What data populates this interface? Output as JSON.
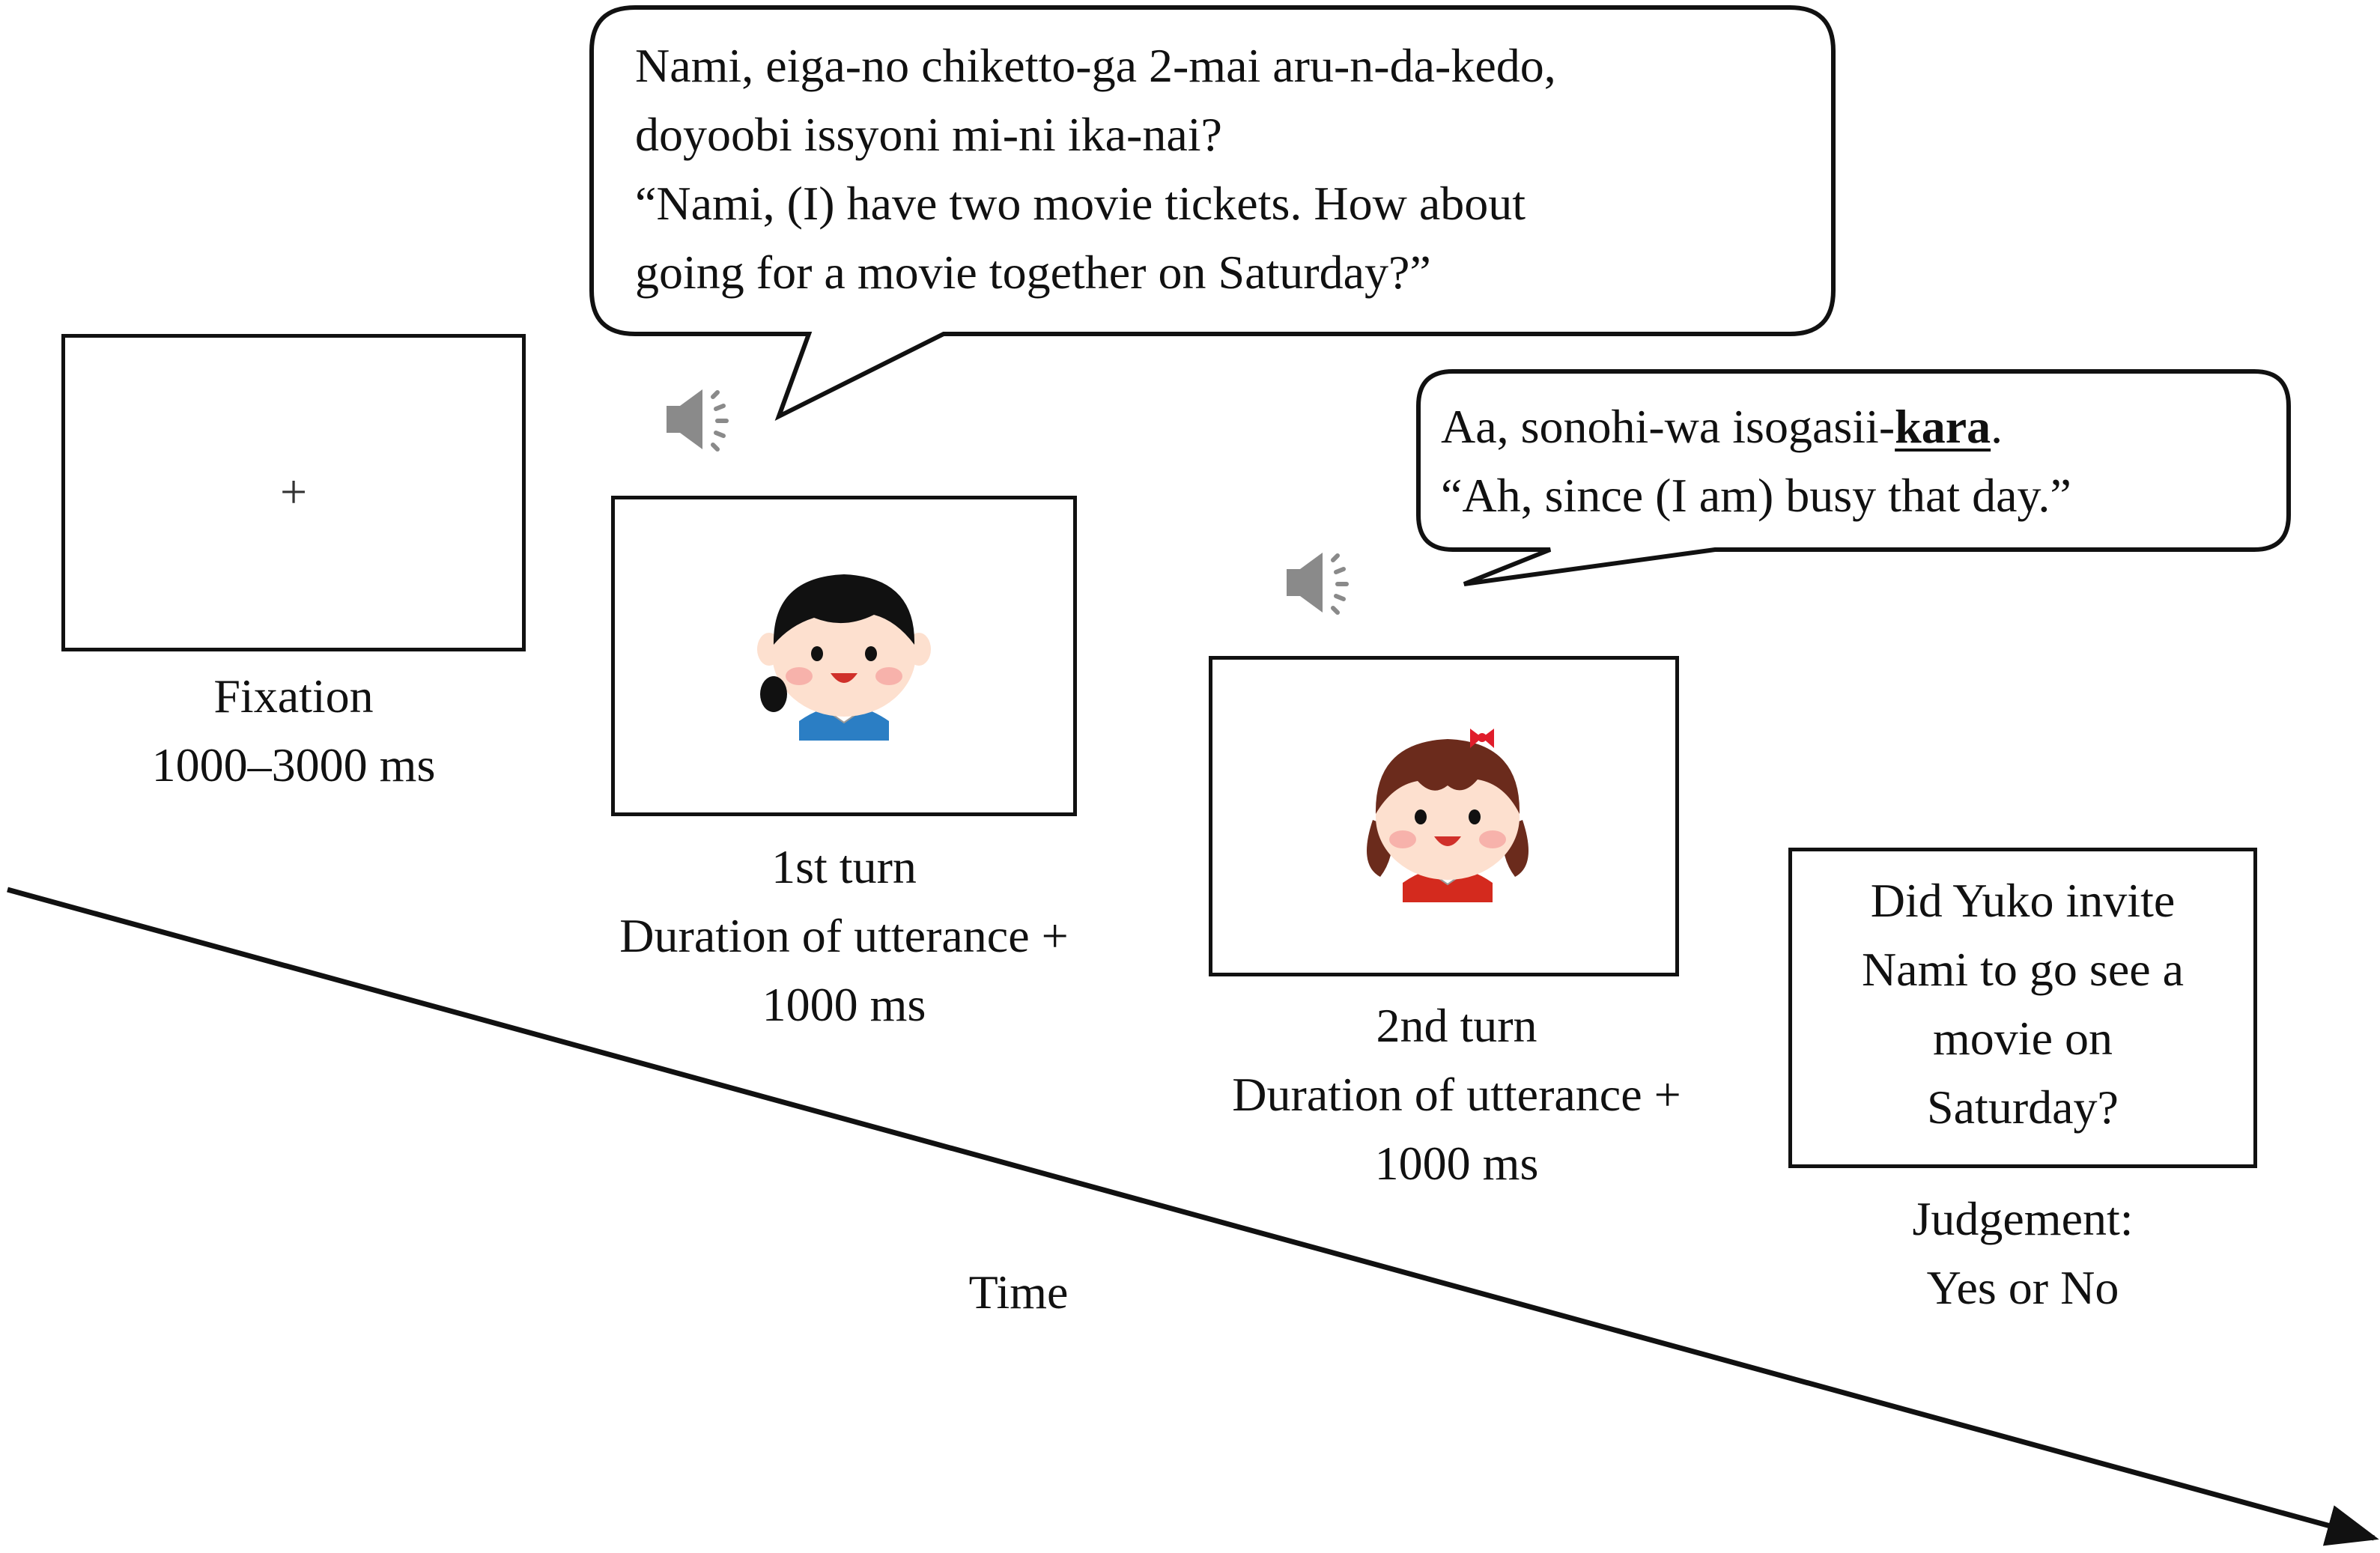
{
  "fixation": {
    "cross": "+",
    "title": "Fixation",
    "duration": "1000–3000 ms"
  },
  "turn1": {
    "bubble": {
      "line1": "Nami, eiga-no chiketto-ga 2-mai aru-n-da-kedo,",
      "line2": "doyoobi issyoni mi-ni ika-nai?",
      "line3": "“Nami, (I) have two movie tickets. How about",
      "line4": "going for a movie together on Saturday?”"
    },
    "title": "1st turn",
    "duration_line1": "Duration of utterance +",
    "duration_line2": "1000 ms",
    "speaker_icon": "speaker-icon",
    "character_icon": "girl-black-hair-face"
  },
  "turn2": {
    "bubble": {
      "line1_prefix": "Aa, sonohi-wa isogasii-",
      "line1_bold": "kara",
      "line1_suffix": ".",
      "line2": "“Ah, since (I am) busy that day.”"
    },
    "title": "2nd turn",
    "duration_line1": "Duration of utterance +",
    "duration_line2": "1000 ms",
    "speaker_icon": "speaker-icon",
    "character_icon": "girl-brown-hair-bow-face"
  },
  "judgement": {
    "question_line1": "Did Yuko invite",
    "question_line2": "Nami to go see a",
    "question_line3": "movie on",
    "question_line4": "Saturday?",
    "title": "Judgement:",
    "options": "Yes or No"
  },
  "timeline": {
    "label": "Time"
  },
  "colors": {
    "stroke": "#111111",
    "speaker": "#8a8a8a",
    "skin": "#fde0cf",
    "cheek": "#f6a9a4",
    "hair1": "#111111",
    "collar1": "#2b7ec4",
    "hair2": "#6b2b1c",
    "collar2": "#d42a1e",
    "bow": "#e01d2b"
  }
}
